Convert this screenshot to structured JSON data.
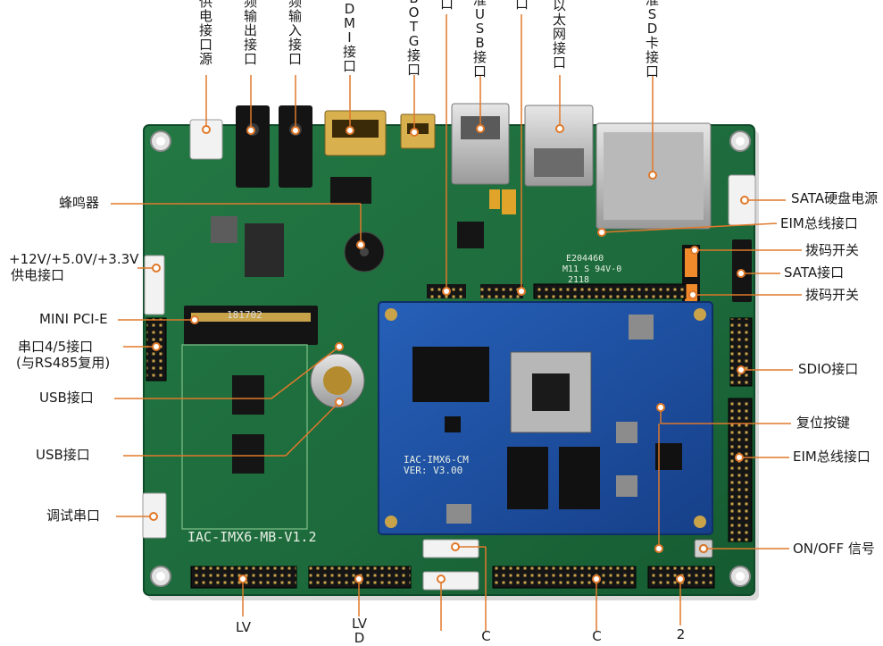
{
  "colors": {
    "board": "#1d6a3c",
    "board_dark": "#0f4a28",
    "module": "#1b4fa3",
    "callout_line": "#e0792a",
    "callout_dot": "#e0792a",
    "connector_black": "#141414",
    "connector_white": "#f2f2f2",
    "gold": "#c9a34a"
  },
  "top_labels": [
    {
      "text": "供电接口源"
    },
    {
      "text": "频输出接口"
    },
    {
      "text": "频输入接口"
    },
    {
      "text": "HDMI接口"
    },
    {
      "text": "B OTG接口"
    },
    {
      "text": "口"
    },
    {
      "text": "准USB接口"
    },
    {
      "text": "口"
    },
    {
      "text": "以太网接口"
    },
    {
      "text": "准SD卡接口"
    }
  ],
  "left_labels": [
    {
      "text": "蜂鸣器"
    },
    {
      "text": "+12V/+5.0V/+3.3V"
    },
    {
      "text": "供电接口"
    },
    {
      "text": "MINI PCI-E"
    },
    {
      "text": "串口4/5接口"
    },
    {
      "text": "(与RS485复用)"
    },
    {
      "text": "USB接口"
    },
    {
      "text": "USB接口"
    },
    {
      "text": "调试串口"
    }
  ],
  "right_labels": [
    {
      "text": "SATA硬盘电源"
    },
    {
      "text": "EIM总线接口"
    },
    {
      "text": "拨码开关"
    },
    {
      "text": "SATA接口"
    },
    {
      "text": "拨码开关"
    },
    {
      "text": "SDIO接口"
    },
    {
      "text": "复位按键"
    },
    {
      "text": "EIM总线接口"
    },
    {
      "text": "ON/OFF 信号"
    }
  ],
  "bottom_labels": [
    {
      "text": "LV"
    },
    {
      "text": "LVD"
    },
    {
      "text": "C"
    },
    {
      "text": "C"
    },
    {
      "text": "2"
    }
  ],
  "silkscreen": {
    "board_name": "IAC-IMX6-MB-V1.2",
    "module_name": "IAC-IMX6-CM",
    "module_version": "VER: V3.00",
    "lot_code": "E204460",
    "ul_mark": "M11 S 94V-0",
    "date_code": "2118",
    "pcie_chip": "181702"
  }
}
